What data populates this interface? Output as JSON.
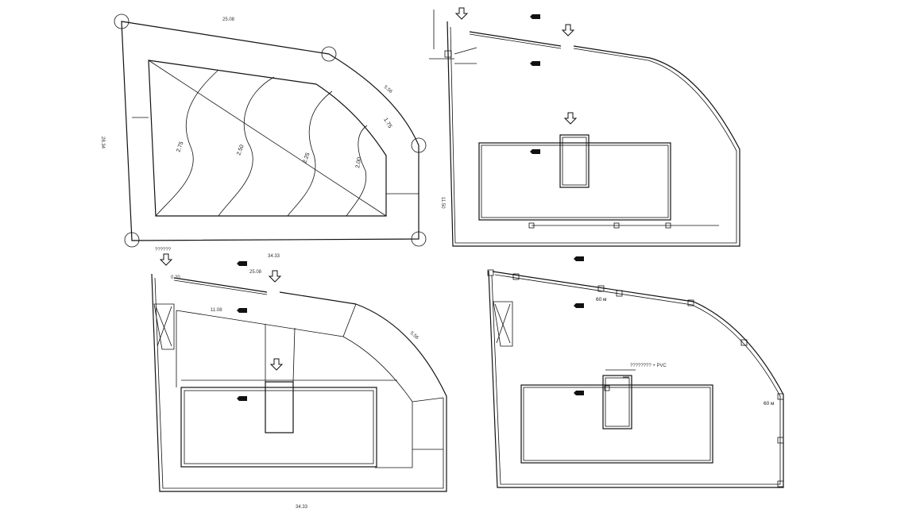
{
  "drawing": {
    "plan_a": {
      "dim_top": "25.08",
      "dim_left": "28.34",
      "dim_bottom": "34.33",
      "dim_arc": "5.56",
      "contours": [
        "2.75",
        "2.50",
        "2.25",
        "2.00",
        "1.75"
      ]
    },
    "plan_b": {
      "dim_left": "11.50"
    },
    "plan_c": {
      "note_top": "??????",
      "dim_top_left": "0.20",
      "dim_top": "25.08",
      "dim_inner": "11.08",
      "dim_arc": "5.56",
      "dim_bottom": "34.33"
    },
    "plan_d": {
      "dim_60_top": "60 м",
      "dim_60_right": "60 м",
      "pvc_note": "???????? + PVC"
    }
  }
}
